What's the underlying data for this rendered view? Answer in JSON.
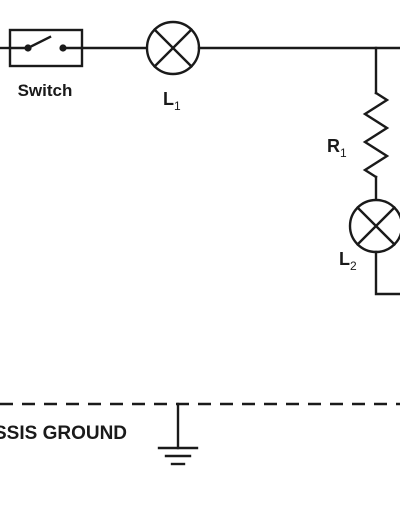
{
  "components": {
    "switch": {
      "label": "Switch"
    },
    "lamp1": {
      "name": "L",
      "sub": "1"
    },
    "resistor1": {
      "name": "R",
      "sub": "1"
    },
    "lamp2": {
      "name": "L",
      "sub": "2"
    }
  },
  "ground": {
    "label": "SSIS GROUND"
  },
  "colors": {
    "ink": "#1a1a1a",
    "background": "#ffffff"
  }
}
